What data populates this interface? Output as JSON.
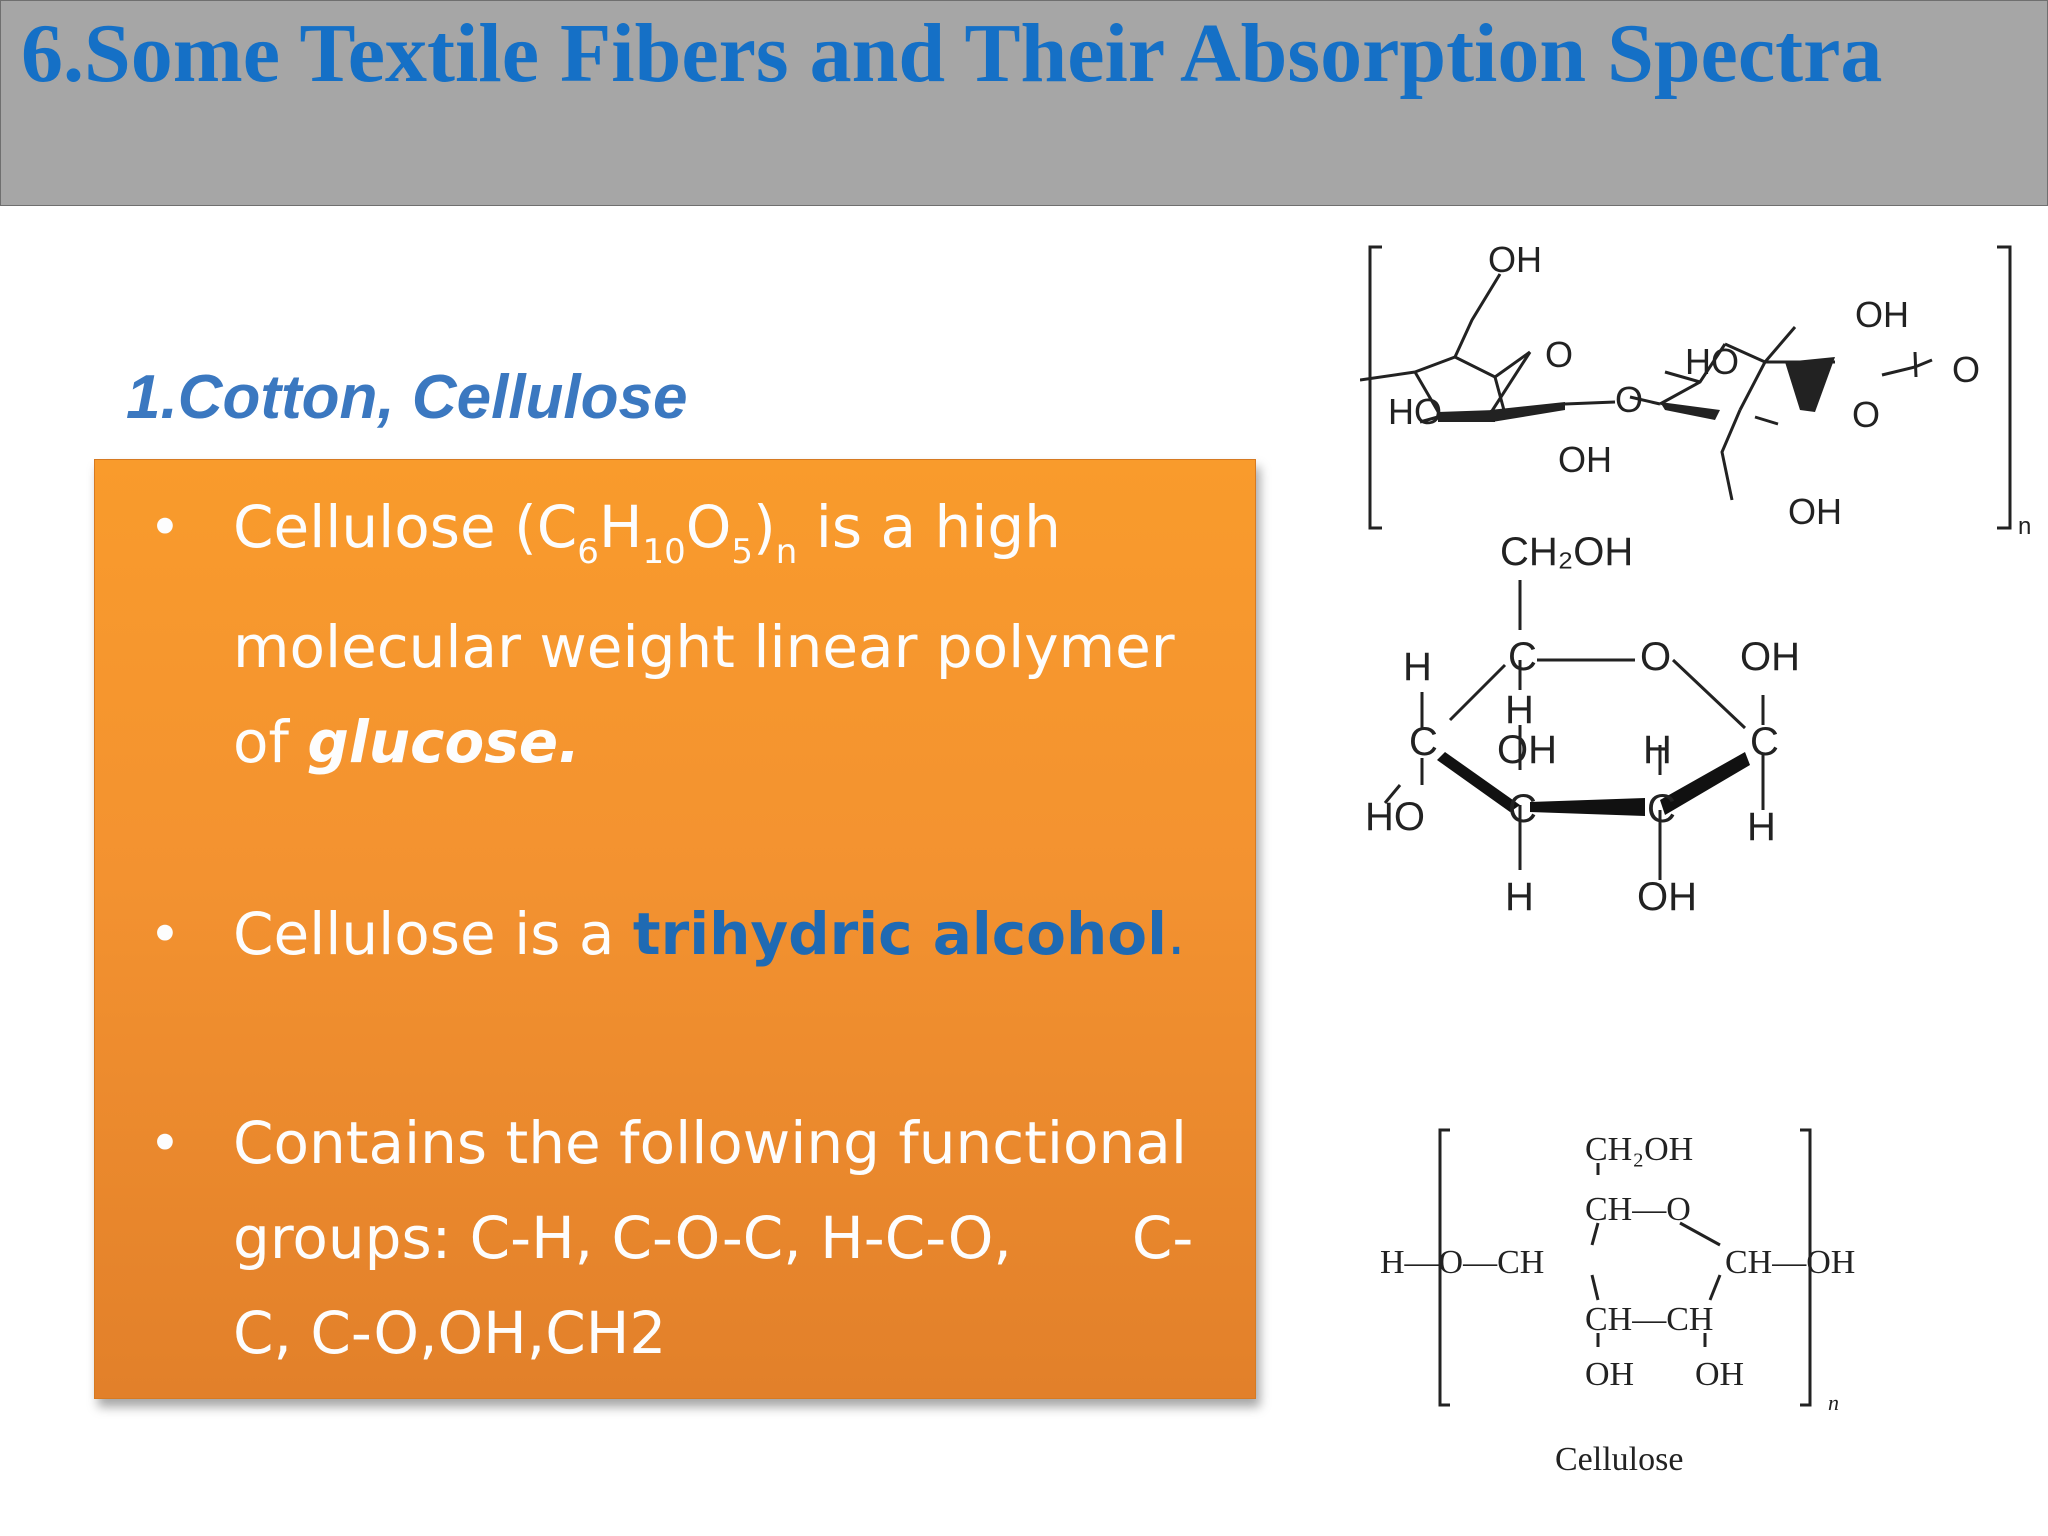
{
  "slide": {
    "title": "6.Some Textile Fibers and  Their Absorption Spectra",
    "subtitle": "1.Cotton, Cellulose"
  },
  "bullets": {
    "b1": {
      "prefix": "Cellulose (C",
      "sub1": "6",
      "h": "H",
      "sub2": "10",
      "o": "O",
      "sub3": "5",
      "close": ")",
      "sub4": "n",
      "rest": " is a high molecular weight linear polymer of ",
      "emphasis": "glucose."
    },
    "b2": {
      "prefix": "Cellulose is a ",
      "emphasis": "trihydric alcohol",
      "suffix": "."
    },
    "b3": {
      "part1": "Contains the following functional groups: C-H, C-O-C, H-C-O,",
      "part2": "C-C, C-O,OH,CH2"
    }
  },
  "diagram1": {
    "labels": {
      "oh_top": "OH",
      "oh_right": "OH",
      "o_ring_left": "O",
      "ho_mid": "HO",
      "o_link": "O",
      "o_end": "O",
      "ho_left": "HO",
      "o_ring_right": "O",
      "oh_bottom_left": "OH",
      "oh_bottom_right": "OH",
      "n": "n"
    }
  },
  "diagram2": {
    "labels": {
      "ch2oh": "CH₂OH",
      "h_left_top": "H",
      "c_top_left": "C",
      "o_ring": "O",
      "oh_right_top": "OH",
      "h_under_c": "H",
      "c_left": "C",
      "oh_mid": "OH",
      "h_mid_right": "H",
      "c_right": "C",
      "ho_left": "HO",
      "c_bottom_left": "C",
      "c_bottom_right": "C",
      "h_right": "H",
      "h_bottom": "H",
      "oh_bottom": "OH"
    }
  },
  "diagram3": {
    "labels": {
      "ch2oh": "CH₂OH",
      "ch_o": "CH—O",
      "left_group": "H—O—CH",
      "right_group": "CH—OH",
      "ch_ch": "CH—CH",
      "oh1": "OH",
      "oh2": "OH",
      "n": "n",
      "caption": "Cellulose"
    }
  }
}
